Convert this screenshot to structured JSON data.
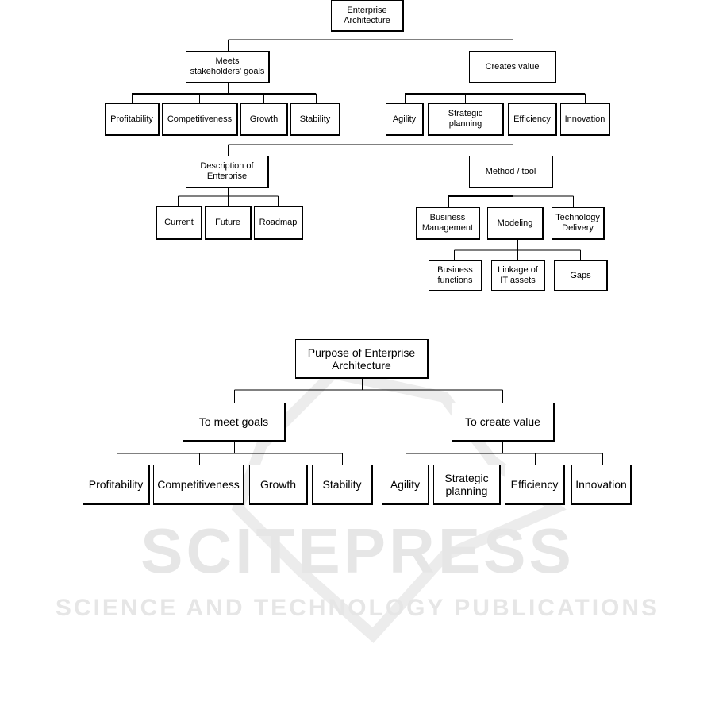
{
  "watermark": {
    "title": "SCITEPRESS",
    "subtitle": "SCIENCE AND TECHNOLOGY PUBLICATIONS"
  },
  "top": {
    "root": "Enterprise\nArchitecture",
    "goals": {
      "label": "Meets\nstakeholders' goals",
      "children": [
        "Profitability",
        "Competitiveness",
        "Growth",
        "Stability"
      ]
    },
    "value": {
      "label": "Creates value",
      "children": [
        "Agility",
        "Strategic\nplanning",
        "Efficiency",
        "Innovation"
      ]
    },
    "description": {
      "label": "Description of\nEnterprise",
      "children": [
        "Current",
        "Future",
        "Roadmap"
      ]
    },
    "method": {
      "label": "Method / tool",
      "children": [
        "Business\nManagement",
        "Modeling",
        "Technology\nDelivery"
      ]
    },
    "modeling": {
      "children": [
        "Business\nfunctions",
        "Linkage of\nIT assets",
        "Gaps"
      ]
    }
  },
  "bottom": {
    "root": "Purpose of Enterprise\nArchitecture",
    "goals": {
      "label": "To meet goals",
      "children": [
        "Profitability",
        "Competitiveness",
        "Growth",
        "Stability"
      ]
    },
    "value": {
      "label": "To create value",
      "children": [
        "Agility",
        "Strategic\nplanning",
        "Efficiency",
        "Innovation"
      ]
    }
  }
}
